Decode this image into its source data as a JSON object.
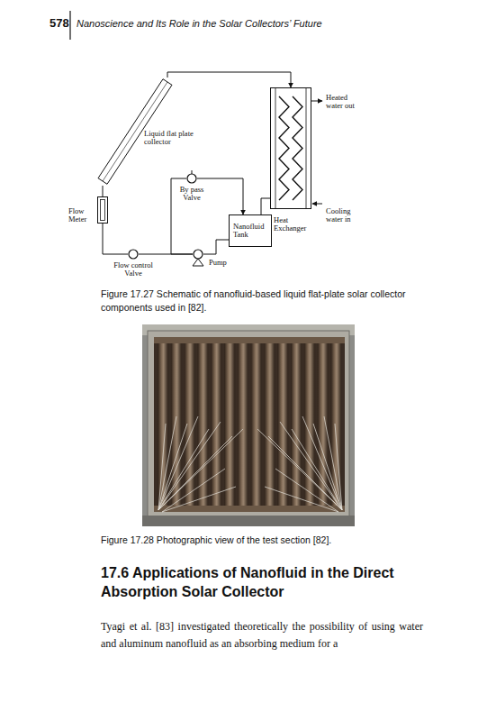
{
  "diagram": {
    "caption": "Figure 17.27 Schematic of nanofluid-based liquid flat-plate solar collector components used in [82].",
    "nodes": [
      {
        "text": [
          "Liquid flat plate collector"
        ]
      },
      {
        "text": [
          "By pass Valve"
        ]
      },
      {
        "text": [
          "Flow Meter"
        ]
      },
      {
        "text": [
          "Nanofluid Tank"
        ]
      },
      {
        "text": [
          "Heat Exchanger"
        ]
      },
      {
        "text": [
          "Flow control Valve"
        ]
      },
      {
        "text": [
          "Pump"
        ]
      }
    ],
    "edges": [
      {
        "from": 0,
        "to": 4,
        "arrow": "to"
      },
      {
        "from": 4,
        "to": 3,
        "arrow": "none"
      },
      {
        "from": 3,
        "to": 6,
        "arrow": "none"
      },
      {
        "from": 6,
        "to": 5,
        "arrow": "none"
      },
      {
        "from": 6,
        "to": 1,
        "arrow": "none"
      },
      {
        "from": 1,
        "to": 3,
        "arrow": "to"
      },
      {
        "from": 5,
        "to": 2,
        "arrow": "none"
      },
      {
        "from": 2,
        "to": 0,
        "arrow": "none"
      }
    ],
    "labels": [
      "578",
      "Nanoscience and Its Role in the Solar Collectors’ Future",
      "Heated water out",
      "Cooling water in",
      "Figure 17.28 Photographic view of the test section [82].",
      "17.6 Applications of Nanofluid in the Direct Absorption Solar Collector",
      "Tyagi et al. [83] investigated theoretically the possibility of using water and aluminum nanofluid as an absorbing medium for a"
    ]
  }
}
